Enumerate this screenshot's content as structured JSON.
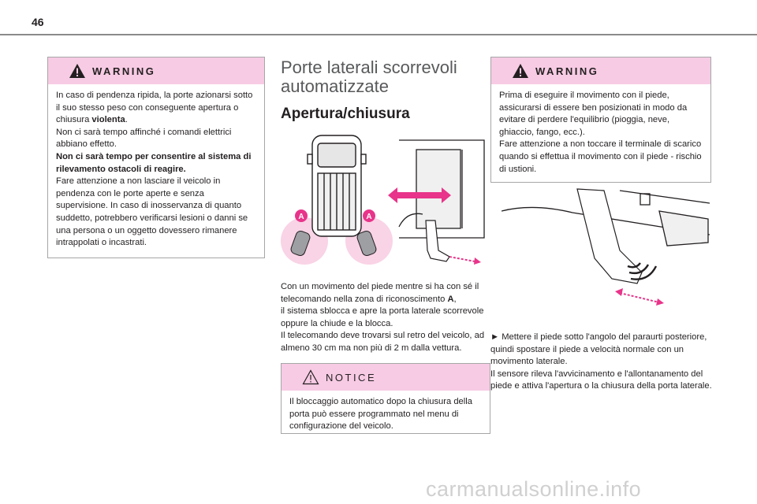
{
  "page_number": "46",
  "warning_left": {
    "title": "WARNING",
    "p1": "In caso di pendenza ripida, la porte azionarsi sotto il suo stesso peso con conseguente apertura o chiusura ",
    "p1_bold": "violenta",
    "p1_end": ".",
    "p2": "Non ci sarà tempo affinché i comandi elettrici abbiano effetto.",
    "p3_bold": "Non ci sarà tempo per consentire al sistema di rilevamento ostacoli di reagire.",
    "p4": "Fare attenzione a non lasciare il veicolo in pendenza con le porte aperte e senza supervisione. In caso di inosservanza di quanto suddetto, potrebbero verificarsi lesioni o danni se una persona o un oggetto dovessero rimanere intrappolati o incastrati."
  },
  "middle": {
    "title": "Porte laterali scorrevoli automatizzate",
    "subtitle": "Apertura/chiusura",
    "label_a": "A",
    "para1": "Con un movimento del piede mentre si ha con sé il telecomando nella zona di riconoscimento ",
    "para1_bold": "A",
    "para1_end": ",",
    "para2": "il sistema sblocca e apre la porta laterale scorrevole oppure la chiude e la blocca.",
    "para3": "Il telecomando deve trovarsi sul retro del veicolo, ad almeno 30 cm ma non più di 2 m dalla vettura."
  },
  "notice": {
    "title": "NOTICE",
    "body": "Il bloccaggio automatico dopo la chiusura della porta può essere programmato nel menu di configurazione del veicolo."
  },
  "warning_right": {
    "title": "WARNING",
    "p1": "Prima di eseguire il movimento con il piede, assicurarsi di essere ben posizionati in modo da evitare di perdere l'equilibrio (pioggia, neve, ghiaccio, fango, ecc.).",
    "p2": "Fare attenzione a non toccare il terminale di scarico quando si effettua il movimento con il piede - rischio di ustioni."
  },
  "right": {
    "bullet": "►",
    "step": "Mettere il piede sotto l'angolo del paraurti posteriore, quindi spostare il piede a velocità normale con un movimento laterale.",
    "para2": "Il sensore rileva l'avvicinamento e l'allontanamento del piede e attiva l'apertura o la chiusura della porta laterale."
  },
  "watermark": "carmanualsonline.info",
  "colors": {
    "warning_header": "#f7cbe4",
    "accent_pink": "#e8348a",
    "text": "#231f20"
  }
}
